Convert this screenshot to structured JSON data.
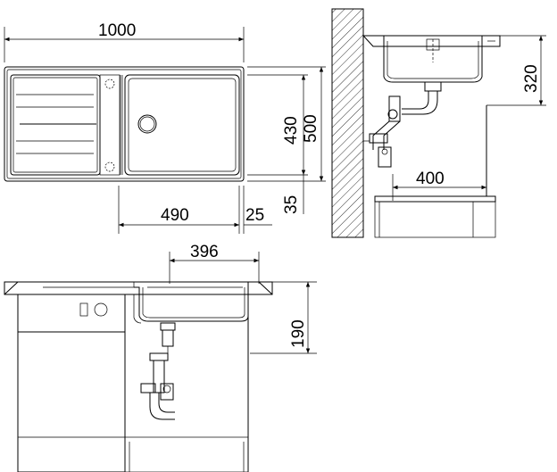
{
  "dimensions": {
    "total_width": "1000",
    "depth_bowl": "430",
    "depth_total": "500",
    "front_offset": "35",
    "bowl_width": "490",
    "edge_offset": "25",
    "cabinet_height": "320",
    "cabinet_width": "400",
    "bowl_inner": "396",
    "bowl_depth": "190"
  }
}
